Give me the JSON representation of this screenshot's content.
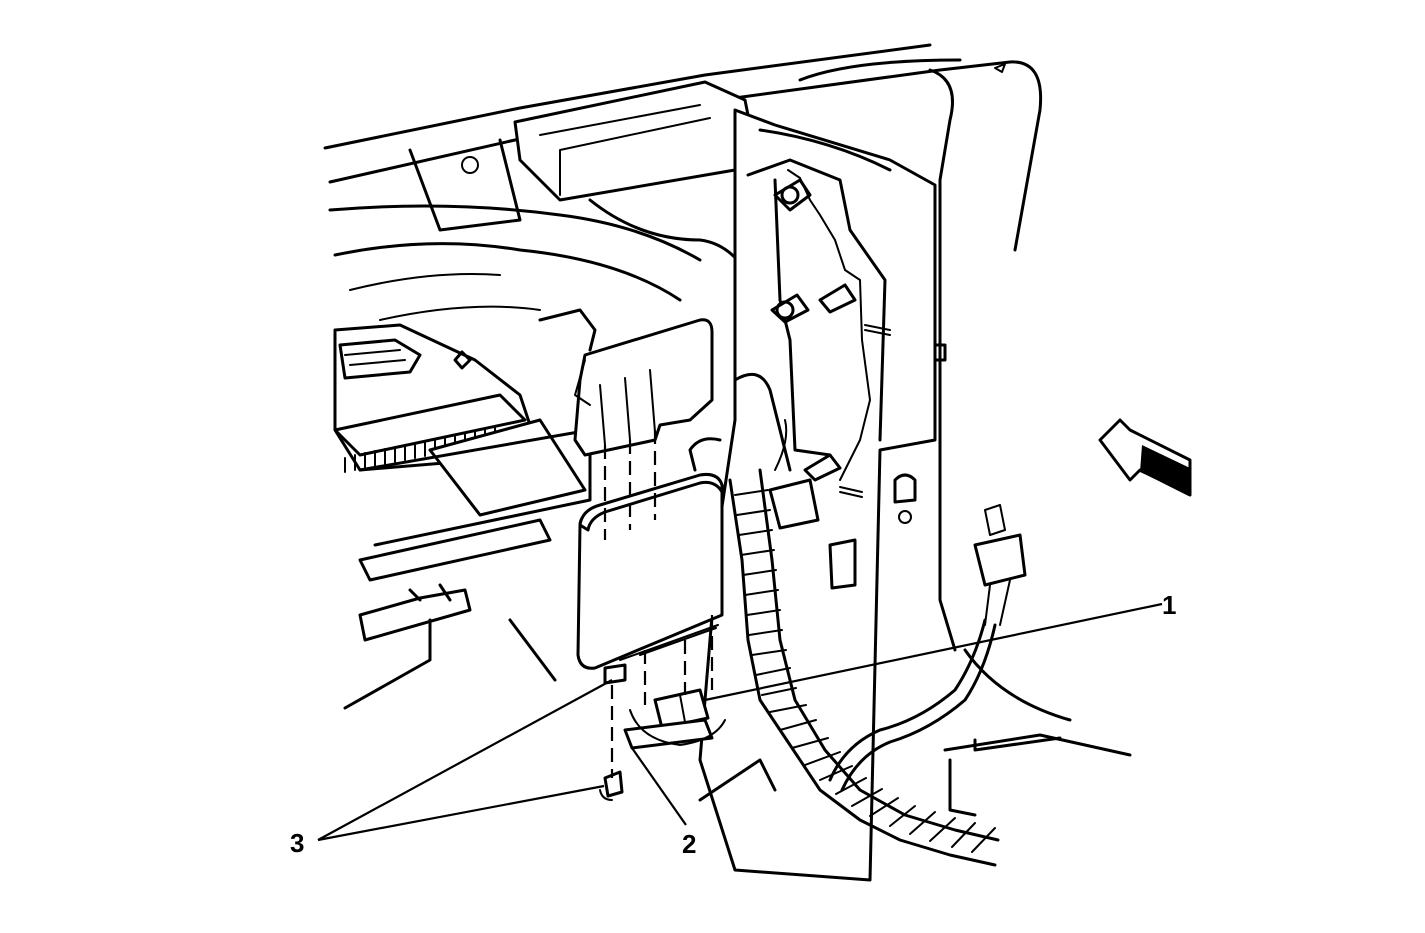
{
  "callouts": [
    {
      "id": "1",
      "label": "1"
    },
    {
      "id": "2",
      "label": "2"
    },
    {
      "id": "3",
      "label": "3"
    }
  ],
  "icons": {
    "view_arrow": "view-direction-arrow-icon"
  }
}
